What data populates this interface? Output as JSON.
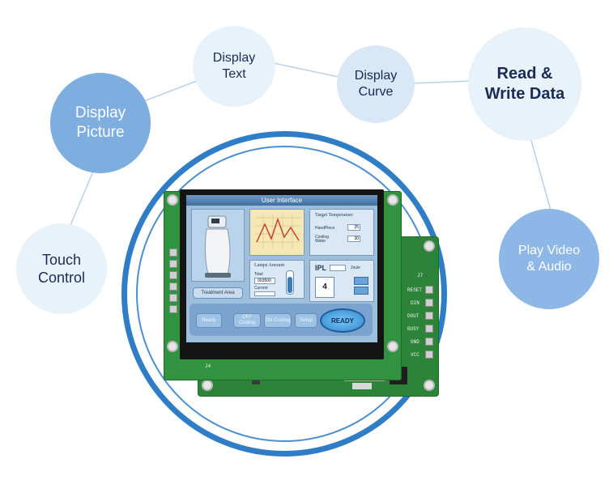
{
  "features": {
    "display_text": "Display\nText",
    "display_picture": "Display\nPicture",
    "display_curve": "Display\nCurve",
    "read_write_data": "Read &\nWrite Data",
    "touch_control": "Touch\nControl",
    "play_video_audio": "Play Video\n& Audio"
  },
  "screen": {
    "title": "User Interface",
    "target_temp_title": "Target Temperature",
    "handpiece_label": "HandPiece",
    "handpiece_value": "25",
    "cooling_label": "Cooling Water",
    "cooling_value": "30",
    "lamps_title": "Lamps Amount",
    "total_label": "Total",
    "total_value": "003500",
    "current_label": "Current",
    "ipl_label": "IPL",
    "joule_label": "Joule",
    "ipl_value": "4",
    "treatment_label": "Treatment Area",
    "btn1": "Ready",
    "btn2": "OFF Cooling",
    "btn3": "ON Cooling",
    "btn4": "Setup",
    "ready_label": "READY"
  },
  "board": {
    "j4": "J4",
    "j7": "J7",
    "pin_labels": [
      "RESET",
      "DIN",
      "DOUT",
      "BUSY",
      "GND",
      "VCC"
    ]
  },
  "colors": {
    "ring": "#2f7dc6",
    "bubble_light": "#e8f2fb",
    "bubble_strong": "#7eaee0",
    "pcb": "#31923f"
  }
}
